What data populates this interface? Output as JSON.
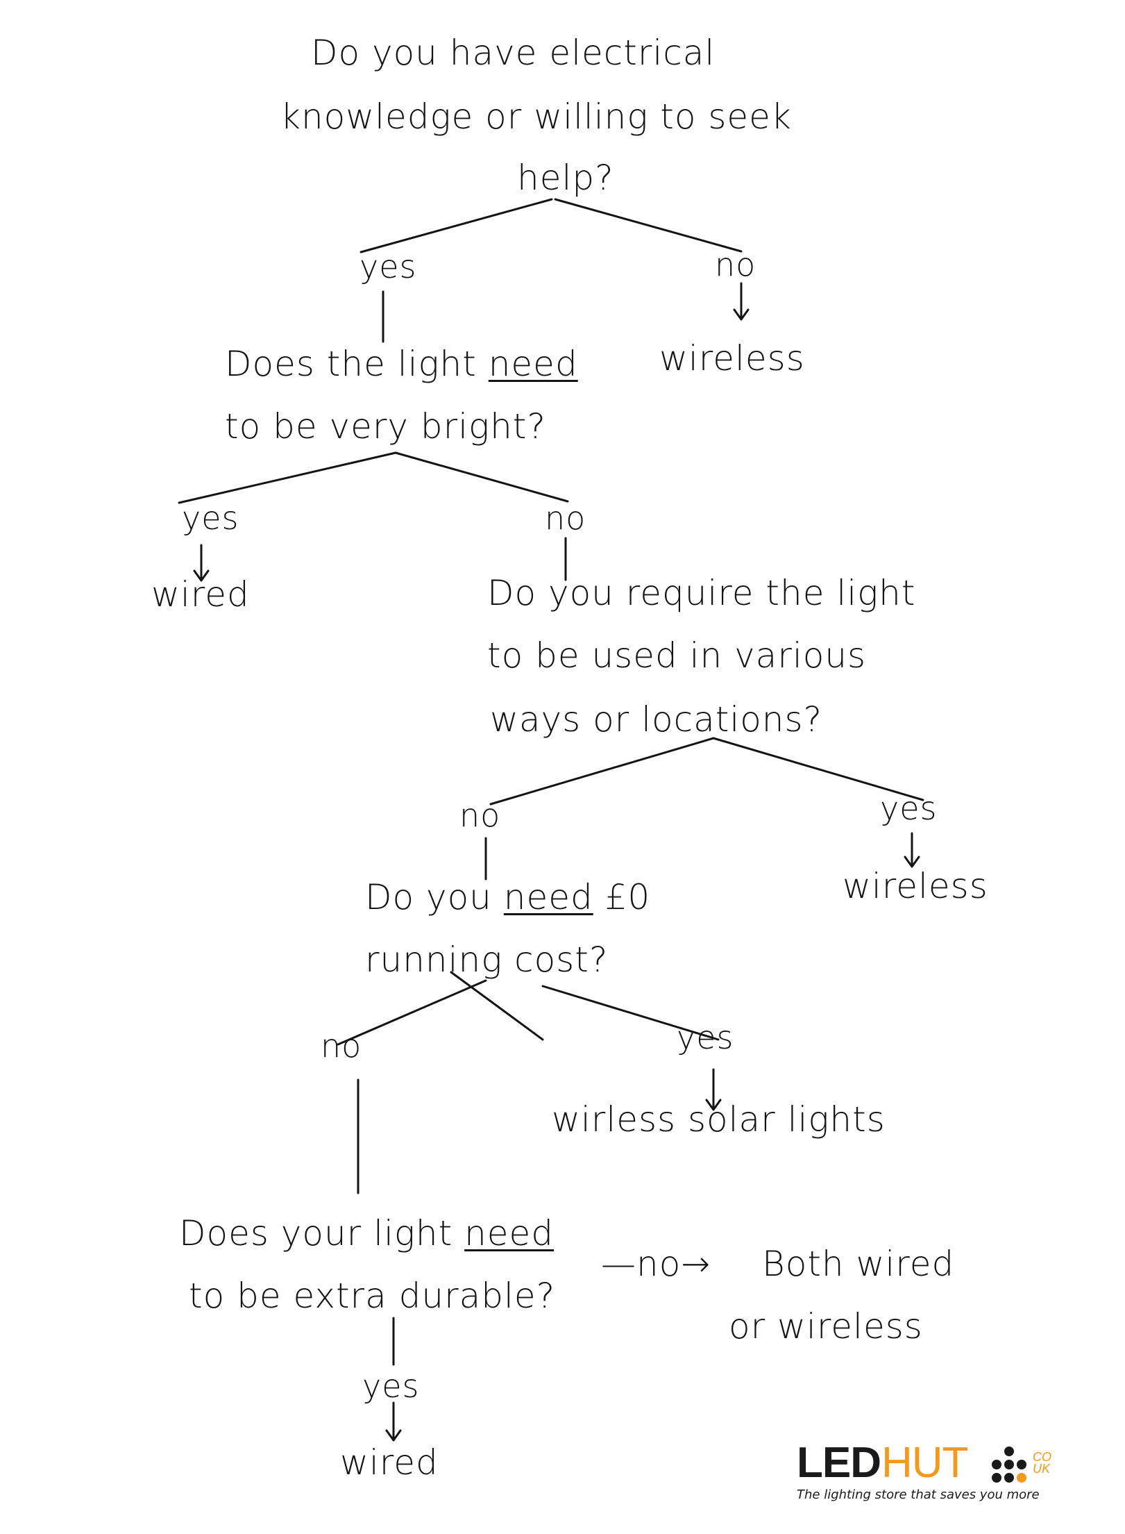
{
  "flowchart": {
    "q1": {
      "line1": "Do you have electrical",
      "line2": "knowledge or willing to seek",
      "line3": "help?",
      "yes_label": "yes",
      "no_label": "no",
      "no_result": "wireless"
    },
    "q2": {
      "line1_pre": "Does the light ",
      "line1_emph": "need",
      "line2": "to be very bright?",
      "yes_label": "yes",
      "yes_result": "wired",
      "no_label": "no"
    },
    "q3": {
      "line1": "Do you require the light",
      "line2": "to be used in various",
      "line3": "ways or locations?",
      "no_label": "no",
      "yes_label": "yes",
      "yes_result": "wireless"
    },
    "q4": {
      "line1_pre": "Do you ",
      "line1_emph": "need",
      "line1_post": " £0",
      "line2": "running cost?",
      "no_label": "no",
      "yes_label": "yes",
      "yes_result": "wirless solar lights"
    },
    "q5": {
      "line1_pre": "Does your light ",
      "line1_emph": "need",
      "line2": "to be extra durable?",
      "no_label": "—no→",
      "no_result_line1": "Both wired",
      "no_result_line2": "or wireless",
      "yes_label": "yes",
      "yes_result": "wired"
    }
  },
  "logo": {
    "led": "LED",
    "hut": "HUT",
    "co": "CO",
    "uk": "UK",
    "tagline": "The lighting store that saves you more",
    "colors": {
      "dark": "#1a1a1a",
      "accent": "#f29a1f"
    }
  }
}
